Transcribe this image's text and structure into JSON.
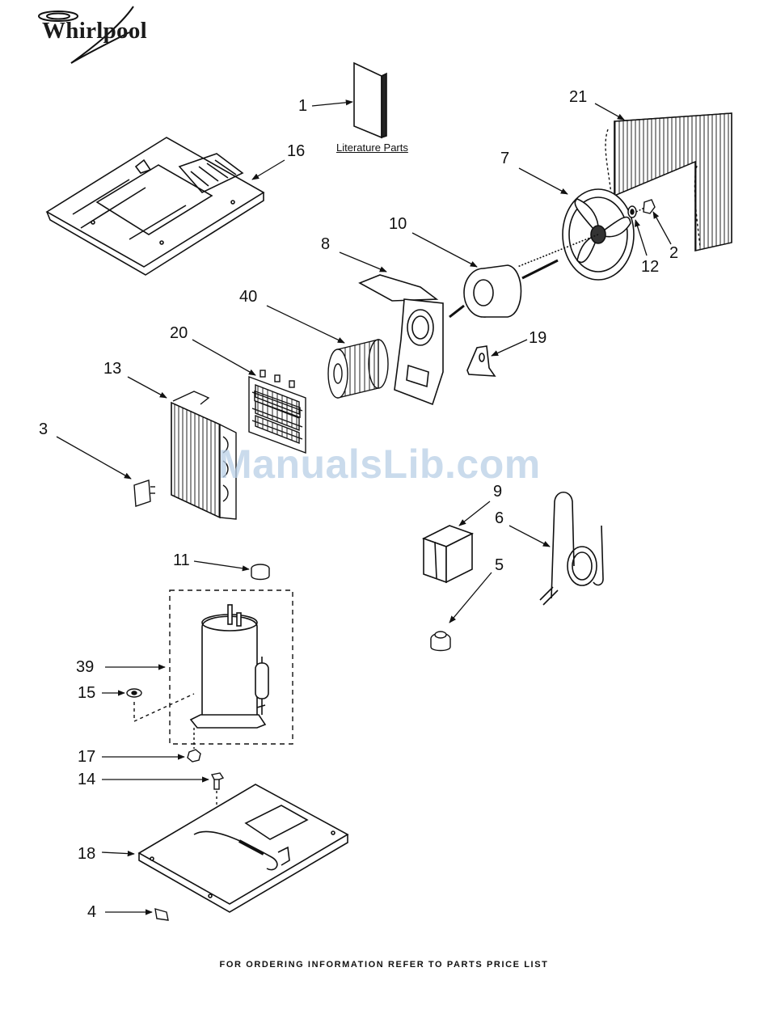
{
  "brand": {
    "name": "Whirlpool"
  },
  "literature_label": "Literature Parts",
  "footer_text": "FOR ORDERING INFORMATION REFER TO PARTS PRICE LIST",
  "watermark": "ManualsLib.com",
  "callouts": {
    "c1": "1",
    "c16": "16",
    "c21": "21",
    "c7": "7",
    "c10": "10",
    "c8": "8",
    "c2": "2",
    "c12": "12",
    "c40": "40",
    "c20": "20",
    "c19": "19",
    "c13": "13",
    "c3": "3",
    "c9": "9",
    "c6": "6",
    "c5": "5",
    "c11": "11",
    "c39": "39",
    "c15": "15",
    "c17": "17",
    "c14": "14",
    "c18": "18",
    "c4": "4"
  }
}
